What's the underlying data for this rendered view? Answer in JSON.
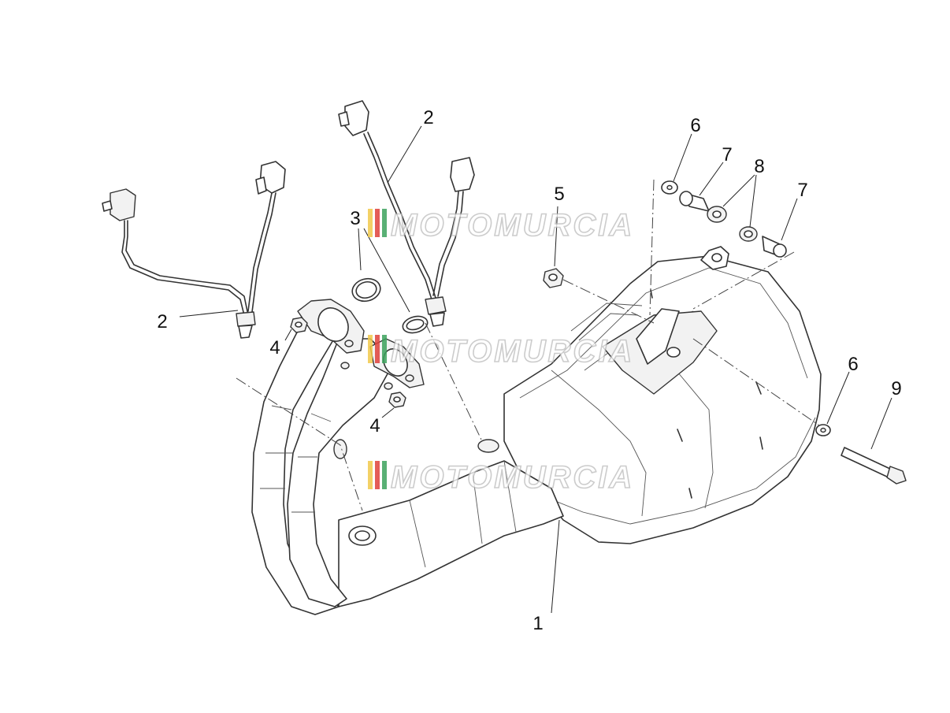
{
  "callouts": [
    {
      "id": "c1",
      "label": "1"
    },
    {
      "id": "c2a",
      "label": "2"
    },
    {
      "id": "c2b",
      "label": "2"
    },
    {
      "id": "c3",
      "label": "3"
    },
    {
      "id": "c4a",
      "label": "4"
    },
    {
      "id": "c4b",
      "label": "4"
    },
    {
      "id": "c5",
      "label": "5"
    },
    {
      "id": "c6a",
      "label": "6"
    },
    {
      "id": "c6b",
      "label": "6"
    },
    {
      "id": "c7a",
      "label": "7"
    },
    {
      "id": "c7b",
      "label": "7"
    },
    {
      "id": "c8",
      "label": "8"
    },
    {
      "id": "c9",
      "label": "9"
    }
  ],
  "watermark": {
    "text": "MOTOMURCIA",
    "stripe_colors": [
      "#f2c94c",
      "#e0413a",
      "#3da35d"
    ]
  }
}
